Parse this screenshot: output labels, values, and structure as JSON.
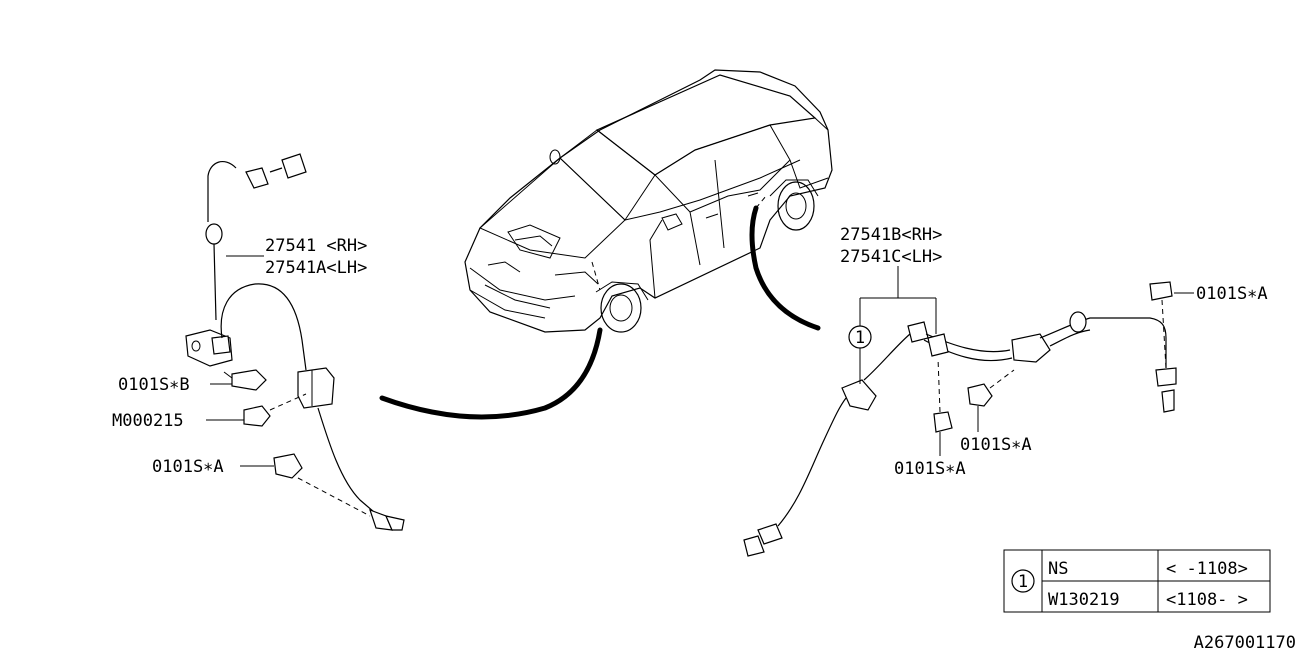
{
  "labels": {
    "front_sensor_rh": "27541 <RH>",
    "front_sensor_lh": "27541A<LH>",
    "rear_sensor_rh": "27541B<RH>",
    "rear_sensor_lh": "27541C<LH>",
    "bolt_b": "0101S∗B",
    "bolt_m": "M000215",
    "bolt_a_left": "0101S∗A",
    "bolt_a_top_right": "0101S∗A",
    "bolt_a_mid_right": "0101S∗A",
    "bolt_a_bottom_right": "0101S∗A",
    "callout_marker": "1",
    "diagram_id": "A267001170"
  },
  "reference_table": {
    "marker": "1",
    "rows": [
      {
        "part": "NS",
        "range": "< -1108>"
      },
      {
        "part": "W130219",
        "range": "<1108- >"
      }
    ]
  }
}
